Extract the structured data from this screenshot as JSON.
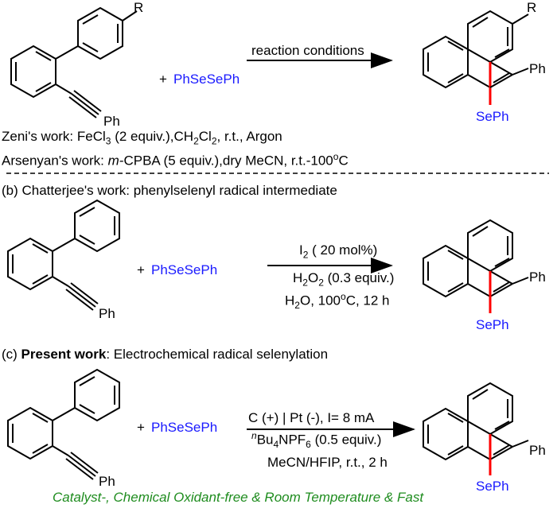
{
  "scheme_a": {
    "reagent": "PhSeSePh",
    "plus": "+",
    "arrow_label": "reaction conditions",
    "sub_r": "R",
    "sub_ph": "Ph",
    "prod_r": "R",
    "prod_ph": "Ph",
    "prod_seph": "SePh",
    "zeni": {
      "prefix": "Zeni's work: FeCl",
      "s1": "3",
      "mid": " (2 equiv.),CH",
      "s2": "2",
      "mid2": "Cl",
      "s3": "2",
      "suffix": ", r.t., Argon"
    },
    "arsenyan": {
      "prefix": "Arsenyan's work: ",
      "italic": "m",
      "mid": "-CPBA (5 equiv.),dry MeCN, r.t.-100",
      "sup": "o",
      "suffix": "C"
    }
  },
  "scheme_b": {
    "heading": "(b) Chatterjee's work: phenylselenyl radical intermediate",
    "plus": "+",
    "reagent": "PhSeSePh",
    "cond1_pre": "I",
    "cond1_sub": "2",
    "cond1_post": " ( 20 mol%)",
    "cond2_pre": "H",
    "cond2_sub1": "2",
    "cond2_mid": "O",
    "cond2_sub2": "2",
    "cond2_post": " (0.3 equiv.)",
    "cond3_pre": "H",
    "cond3_sub": "2",
    "cond3_mid": "O, 100",
    "cond3_sup": "o",
    "cond3_post": "C, 12 h",
    "sub_ph": "Ph",
    "prod_ph": "Ph",
    "prod_seph": "SePh"
  },
  "scheme_c": {
    "heading_prefix": "(c) ",
    "heading_bold": "Present work",
    "heading_suffix": ": Electrochemical radical selenylation",
    "plus": "+",
    "reagent": "PhSeSePh",
    "cond1": "C (+) | Pt (-), I= 8 mA",
    "cond2_sup": "n",
    "cond2_pre": "Bu",
    "cond2_sub1": "4",
    "cond2_mid": "NPF",
    "cond2_sub2": "6",
    "cond2_post": " (0.5 equiv.)",
    "cond3": "MeCN/HFIP, r.t., 2 h",
    "sub_ph": "Ph",
    "prod_ph": "Ph",
    "prod_seph": "SePh",
    "footer": "Catalyst-, Chemical Oxidant-free & Room Temperature & Fast"
  },
  "colors": {
    "reagent": "#1a1aff",
    "bond_highlight": "#ff0000",
    "footer": "#1e8c1e"
  }
}
